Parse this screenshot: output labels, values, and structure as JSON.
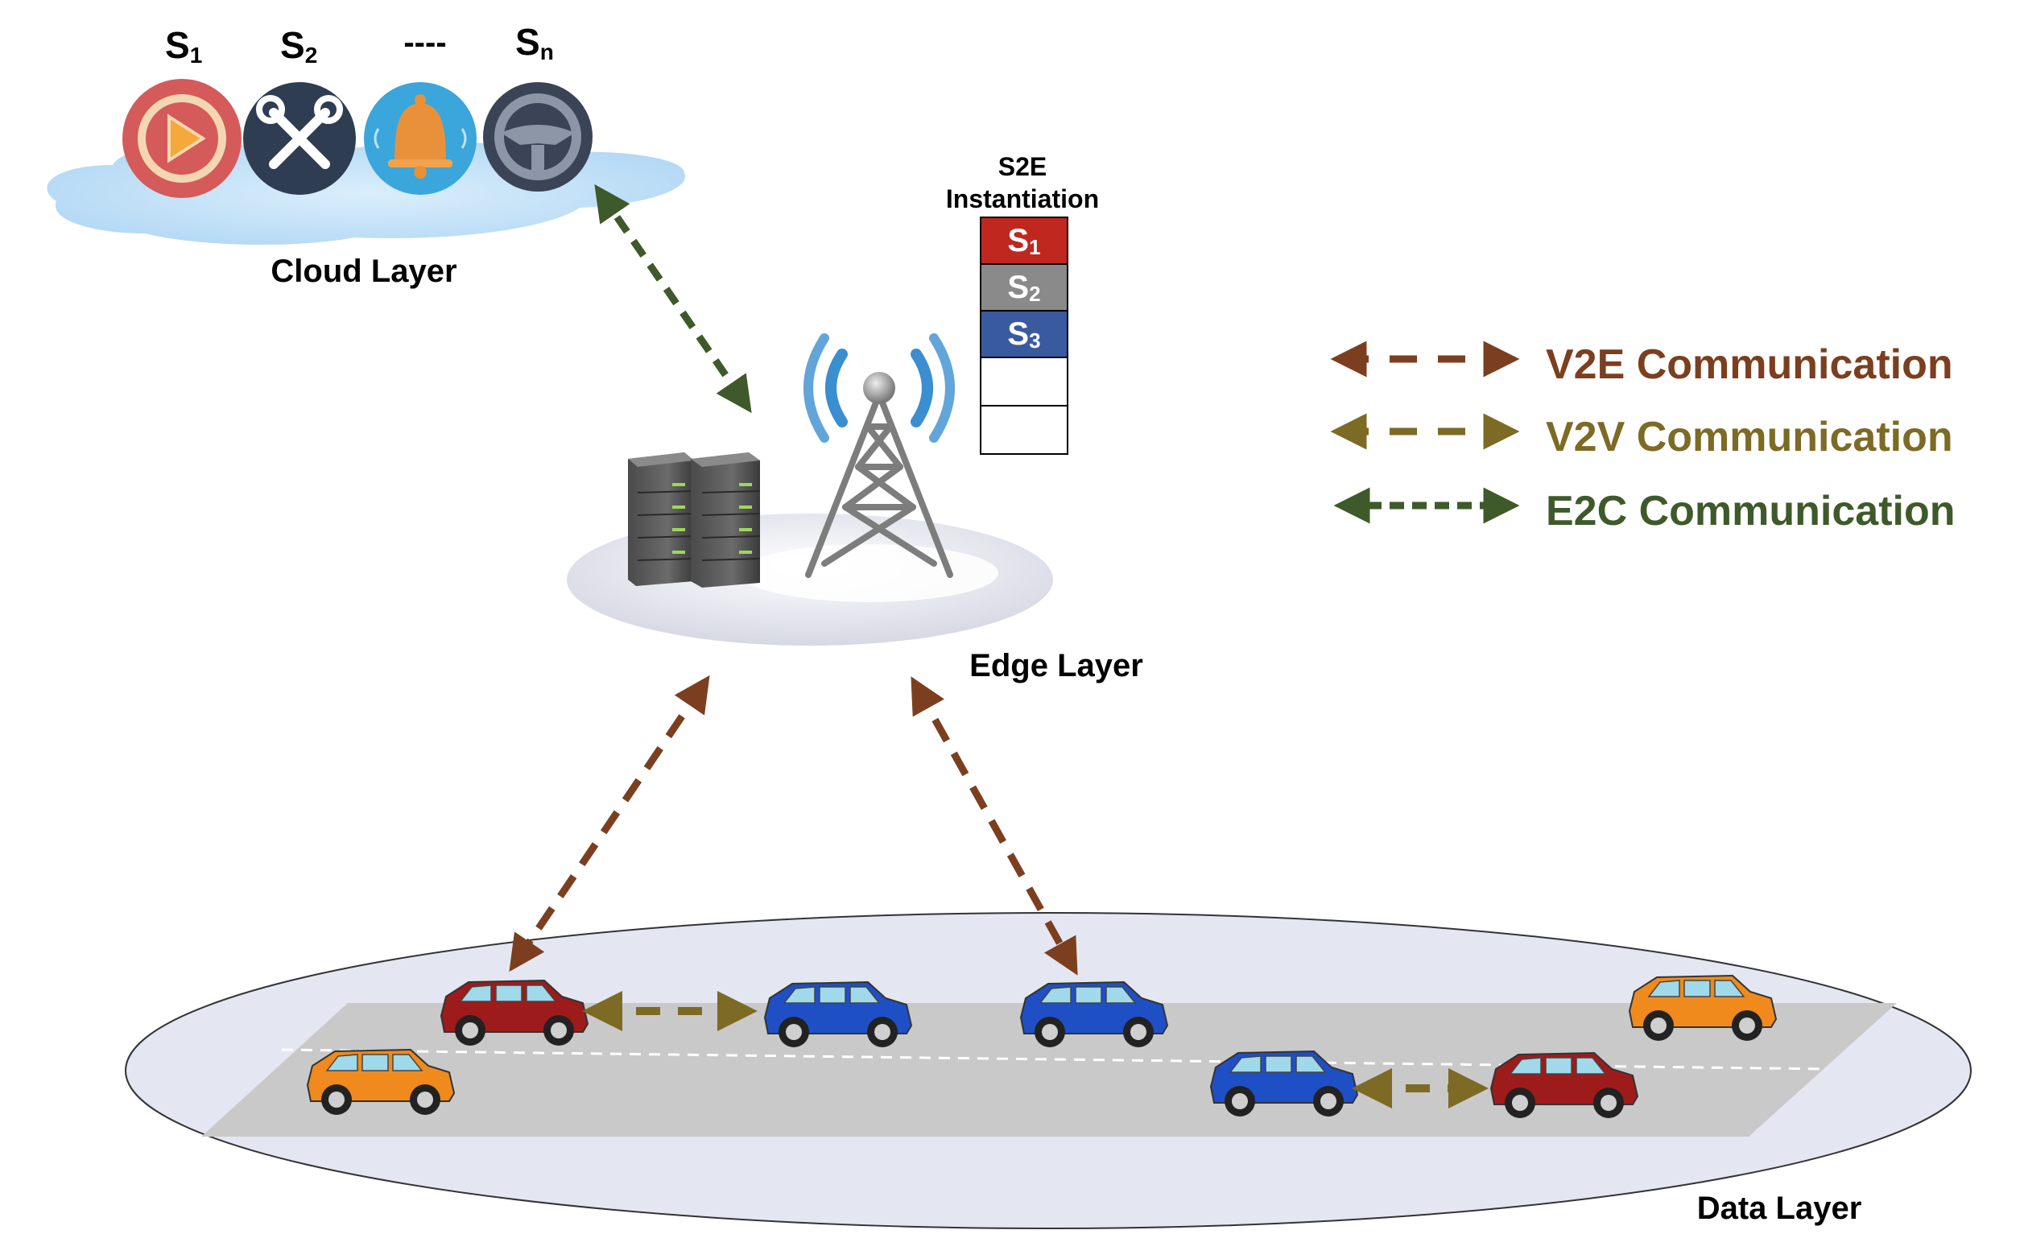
{
  "cloud": {
    "label": "Cloud Layer",
    "services": [
      {
        "name": "S",
        "sub": "1",
        "icon": "play-icon"
      },
      {
        "name": "S",
        "sub": "2",
        "icon": "tools-icon"
      },
      {
        "name": "----",
        "sub": "",
        "icon": "bell-icon"
      },
      {
        "name": "S",
        "sub": "n",
        "icon": "steering-wheel-icon"
      }
    ]
  },
  "edge": {
    "label": "Edge Layer",
    "s2e_title_line1": "S2E",
    "s2e_title_line2": "Instantiation",
    "slots": [
      {
        "name": "S",
        "sub": "1"
      },
      {
        "name": "S",
        "sub": "2"
      },
      {
        "name": "S",
        "sub": "3"
      },
      {
        "name": "",
        "sub": ""
      },
      {
        "name": "",
        "sub": ""
      }
    ]
  },
  "data_layer": {
    "label": "Data Layer"
  },
  "legend": [
    {
      "label": "V2E Communication"
    },
    {
      "label": "V2V Communication"
    },
    {
      "label": "E2C Communication"
    }
  ],
  "colors": {
    "v2e": "#7b3f1f",
    "v2v": "#7d6a24",
    "e2c": "#3e5a2a",
    "slot1": "#c0271f",
    "slot2": "#8a8a8a",
    "slot3": "#3a5aa0",
    "car_red": "#9e1b1b",
    "car_blue": "#1f4fc4",
    "car_orange": "#f08a1c"
  }
}
